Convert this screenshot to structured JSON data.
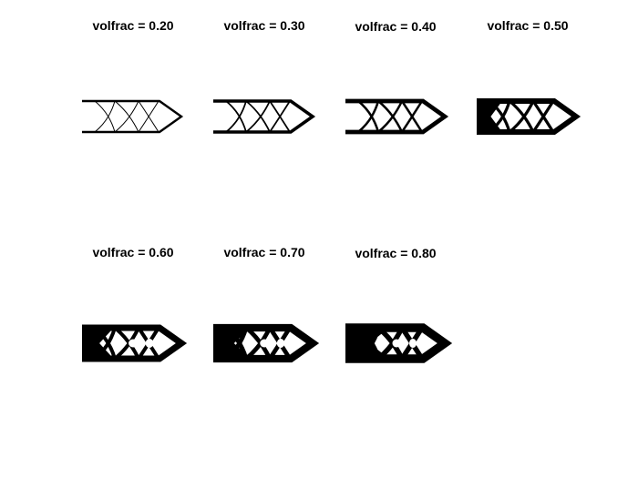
{
  "figure": {
    "panels": [
      {
        "title": "volfrac = 0.20",
        "volfrac": 0.2
      },
      {
        "title": "volfrac = 0.30",
        "volfrac": 0.3
      },
      {
        "title": "volfrac = 0.40",
        "volfrac": 0.4
      },
      {
        "title": "volfrac = 0.50",
        "volfrac": 0.5
      },
      {
        "title": "volfrac = 0.60",
        "volfrac": 0.6
      },
      {
        "title": "volfrac = 0.70",
        "volfrac": 0.7
      },
      {
        "title": "volfrac = 0.80",
        "volfrac": 0.8
      }
    ],
    "colors": {
      "material": "#000000",
      "void": "#ffffff"
    }
  }
}
